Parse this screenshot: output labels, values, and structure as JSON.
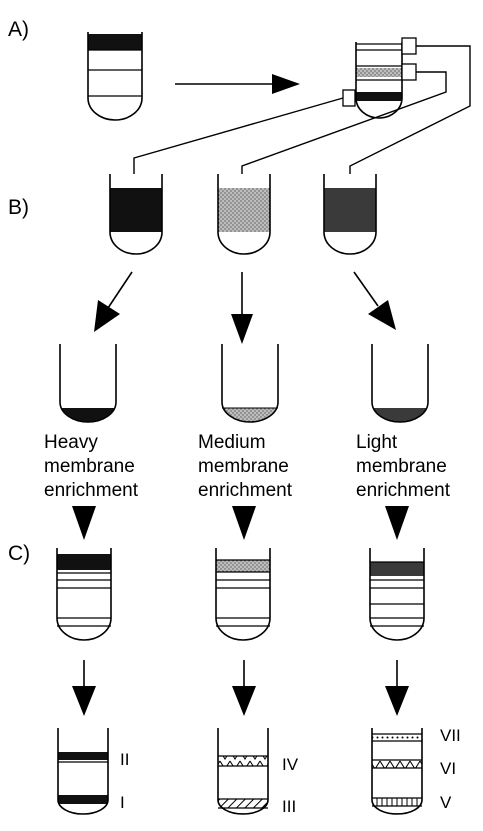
{
  "sections": {
    "a": "A)",
    "b": "B)",
    "c": "C)"
  },
  "captions": {
    "heavy": [
      "Heavy",
      "membrane",
      "enrichment"
    ],
    "medium": [
      "Medium",
      "membrane",
      "enrichment"
    ],
    "light": [
      "Light",
      "membrane",
      "enrichment"
    ]
  },
  "bands": {
    "heavy_upper": "II",
    "heavy_lower": "I",
    "medium_upper": "IV",
    "medium_lower": "III",
    "light_top": "VII",
    "light_mid": "VI",
    "light_bottom": "V"
  },
  "colors": {
    "heavy": "#111111",
    "medium": "#9a9a9a",
    "light": "#3a3a3a",
    "line": "#000000"
  }
}
